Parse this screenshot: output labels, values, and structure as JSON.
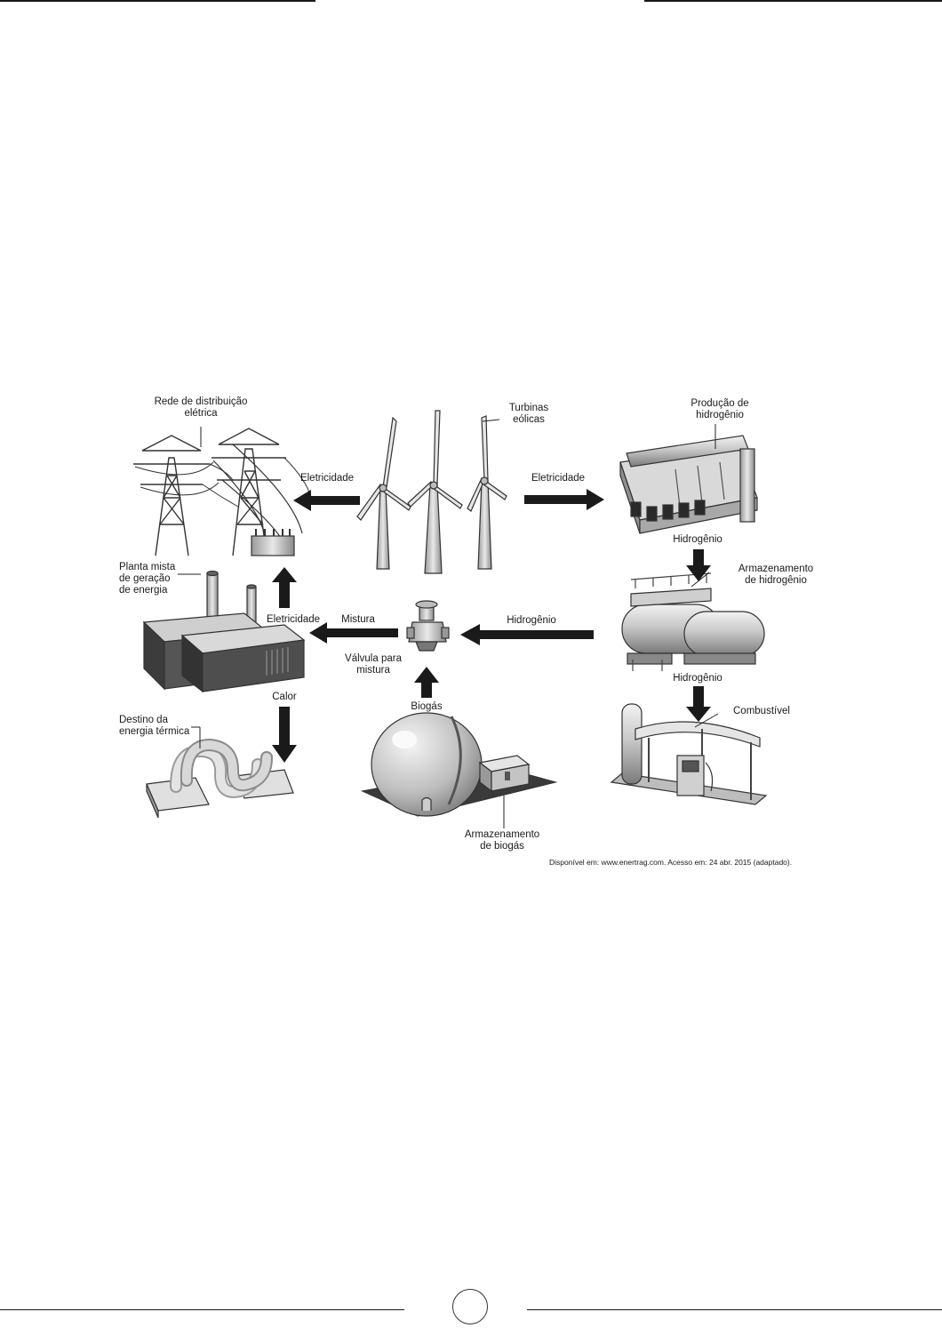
{
  "labels": {
    "rede": "Rede de distribuição\nelétrica",
    "turbinas": "Turbinas\neólicas",
    "producao": "Produção de\nhidrogênio",
    "eletricidade_left": "Eletricidade",
    "eletricidade_right": "Eletricidade",
    "hidrogenio_1": "Hidrogênio",
    "armazenamento_h": "Armazenamento\nde hidrogênio",
    "planta": "Planta mista\nde geração\nde energia",
    "eletricidade_up": "Eletricidade",
    "mistura": "Mistura",
    "hidrogenio_mid": "Hidrogênio",
    "valvula": "Válvula para\nmistura",
    "hidrogenio_2": "Hidrogênio",
    "calor": "Calor",
    "biogas": "Biogás",
    "combustivel": "Combustível",
    "destino": "Destino da\nenergia térmica",
    "armazenamento_b": "Armazenamento\nde biogás"
  },
  "source": "Disponível em: www.enertrag.com. Acesso em: 24 abr. 2015 (adaptado)."
}
